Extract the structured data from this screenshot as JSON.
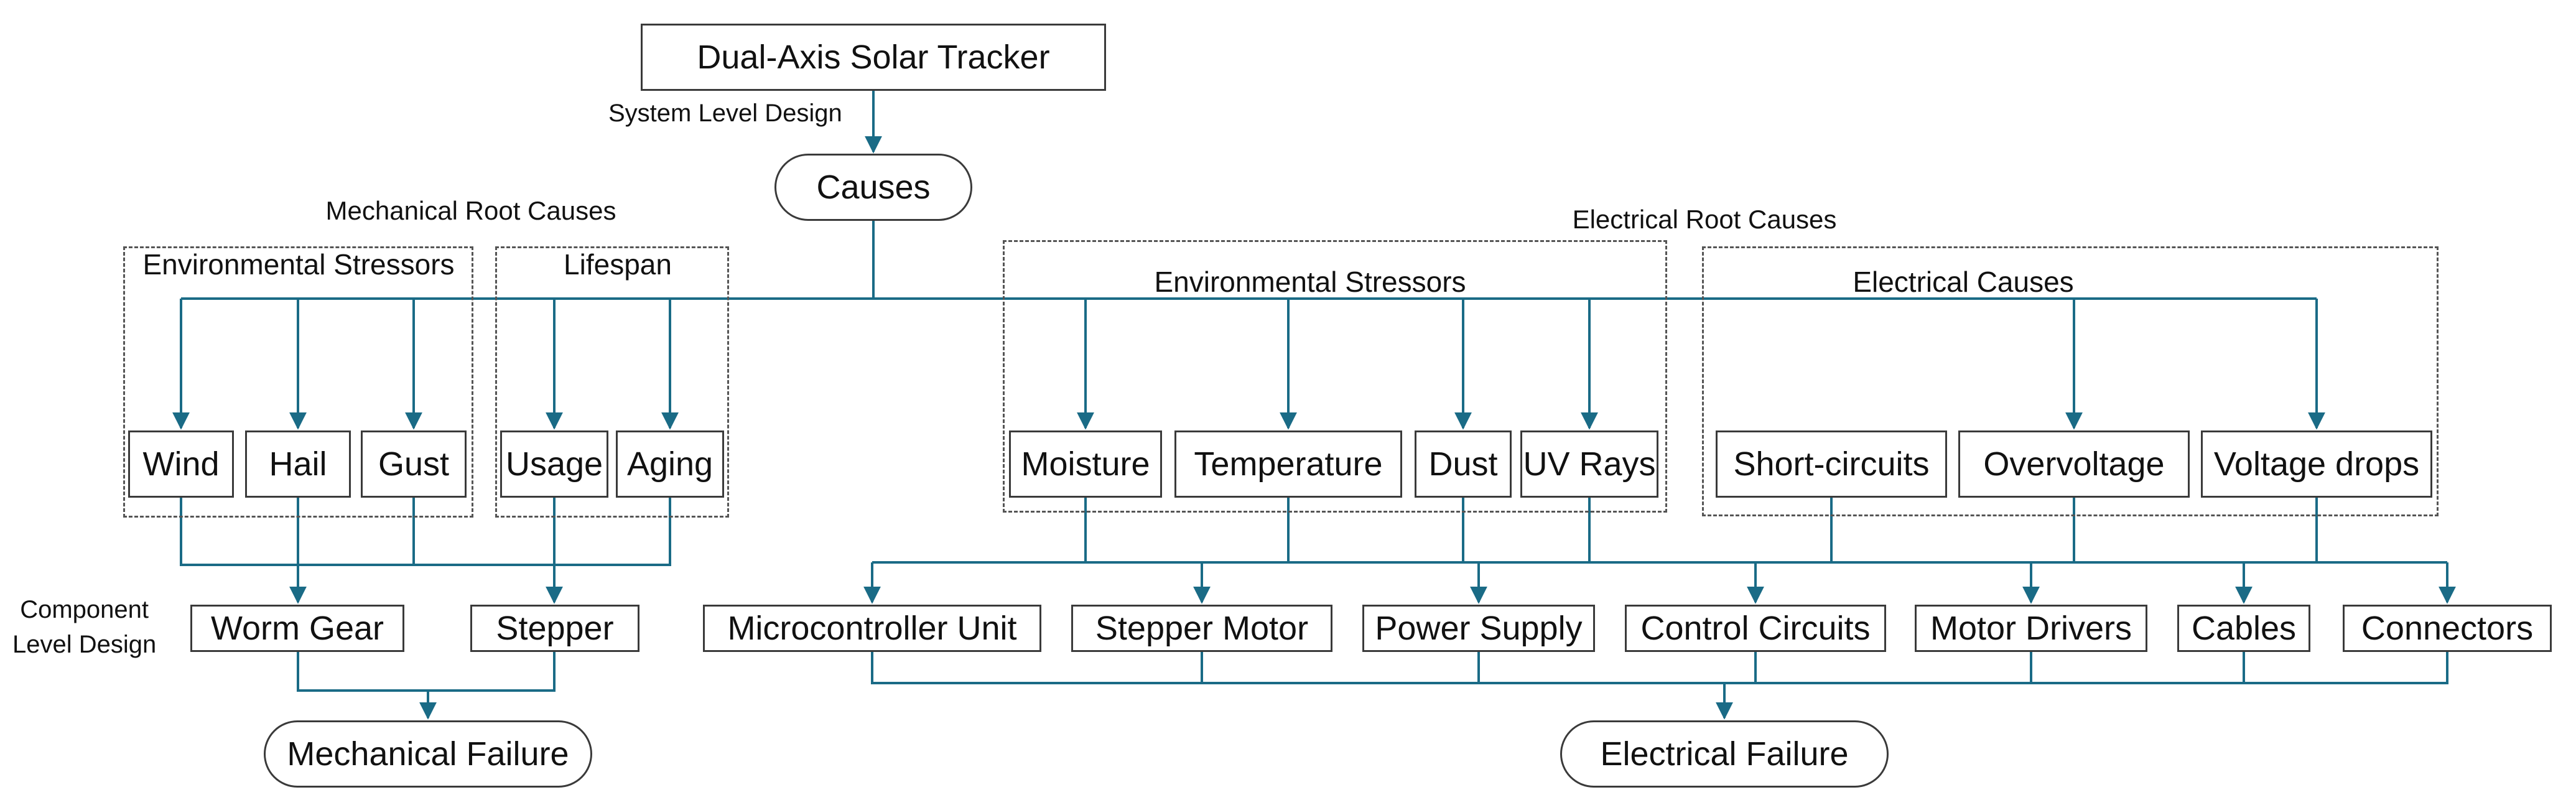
{
  "diagram": {
    "top": {
      "label": "Dual-Axis Solar Tracker"
    },
    "system_label": "System Level Design",
    "causes": {
      "label": "Causes"
    },
    "mechanical_title": "Mechanical Root Causes",
    "electrical_title": "Electrical Root Causes",
    "groups": {
      "mech_env": "Environmental Stressors",
      "lifespan": "Lifespan",
      "elec_env": "Environmental Stressors",
      "elec_causes": "Electrical Causes"
    },
    "causes_list": [
      {
        "id": "wind",
        "label": "Wind"
      },
      {
        "id": "hail",
        "label": "Hail"
      },
      {
        "id": "gust",
        "label": "Gust"
      },
      {
        "id": "usage",
        "label": "Usage"
      },
      {
        "id": "aging",
        "label": "Aging"
      },
      {
        "id": "moisture",
        "label": "Moisture"
      },
      {
        "id": "temperature",
        "label": "Temperature"
      },
      {
        "id": "dust",
        "label": "Dust"
      },
      {
        "id": "uv-rays",
        "label": "UV Rays"
      },
      {
        "id": "short-circuits",
        "label": "Short-circuits"
      },
      {
        "id": "overvoltage",
        "label": "Overvoltage"
      },
      {
        "id": "voltage-drops",
        "label": "Voltage drops"
      }
    ],
    "component_label_lines": [
      "Component",
      "Level Design"
    ],
    "components": [
      {
        "id": "worm-gear",
        "label": "Worm Gear"
      },
      {
        "id": "stepper",
        "label": "Stepper"
      },
      {
        "id": "microcontroller-unit",
        "label": "Microcontroller Unit"
      },
      {
        "id": "stepper-motor",
        "label": "Stepper Motor"
      },
      {
        "id": "power-supply",
        "label": "Power Supply"
      },
      {
        "id": "control-circuits",
        "label": "Control Circuits"
      },
      {
        "id": "motor-drivers",
        "label": "Motor Drivers"
      },
      {
        "id": "cables",
        "label": "Cables"
      },
      {
        "id": "connectors",
        "label": "Connectors"
      }
    ],
    "failures": [
      {
        "id": "mechanical-failure",
        "label": "Mechanical Failure"
      },
      {
        "id": "electrical-failure",
        "label": "Electrical Failure"
      }
    ],
    "colors": {
      "connector": "#1a6b86",
      "border": "#3a3a3a",
      "dashed": "#555555"
    }
  }
}
